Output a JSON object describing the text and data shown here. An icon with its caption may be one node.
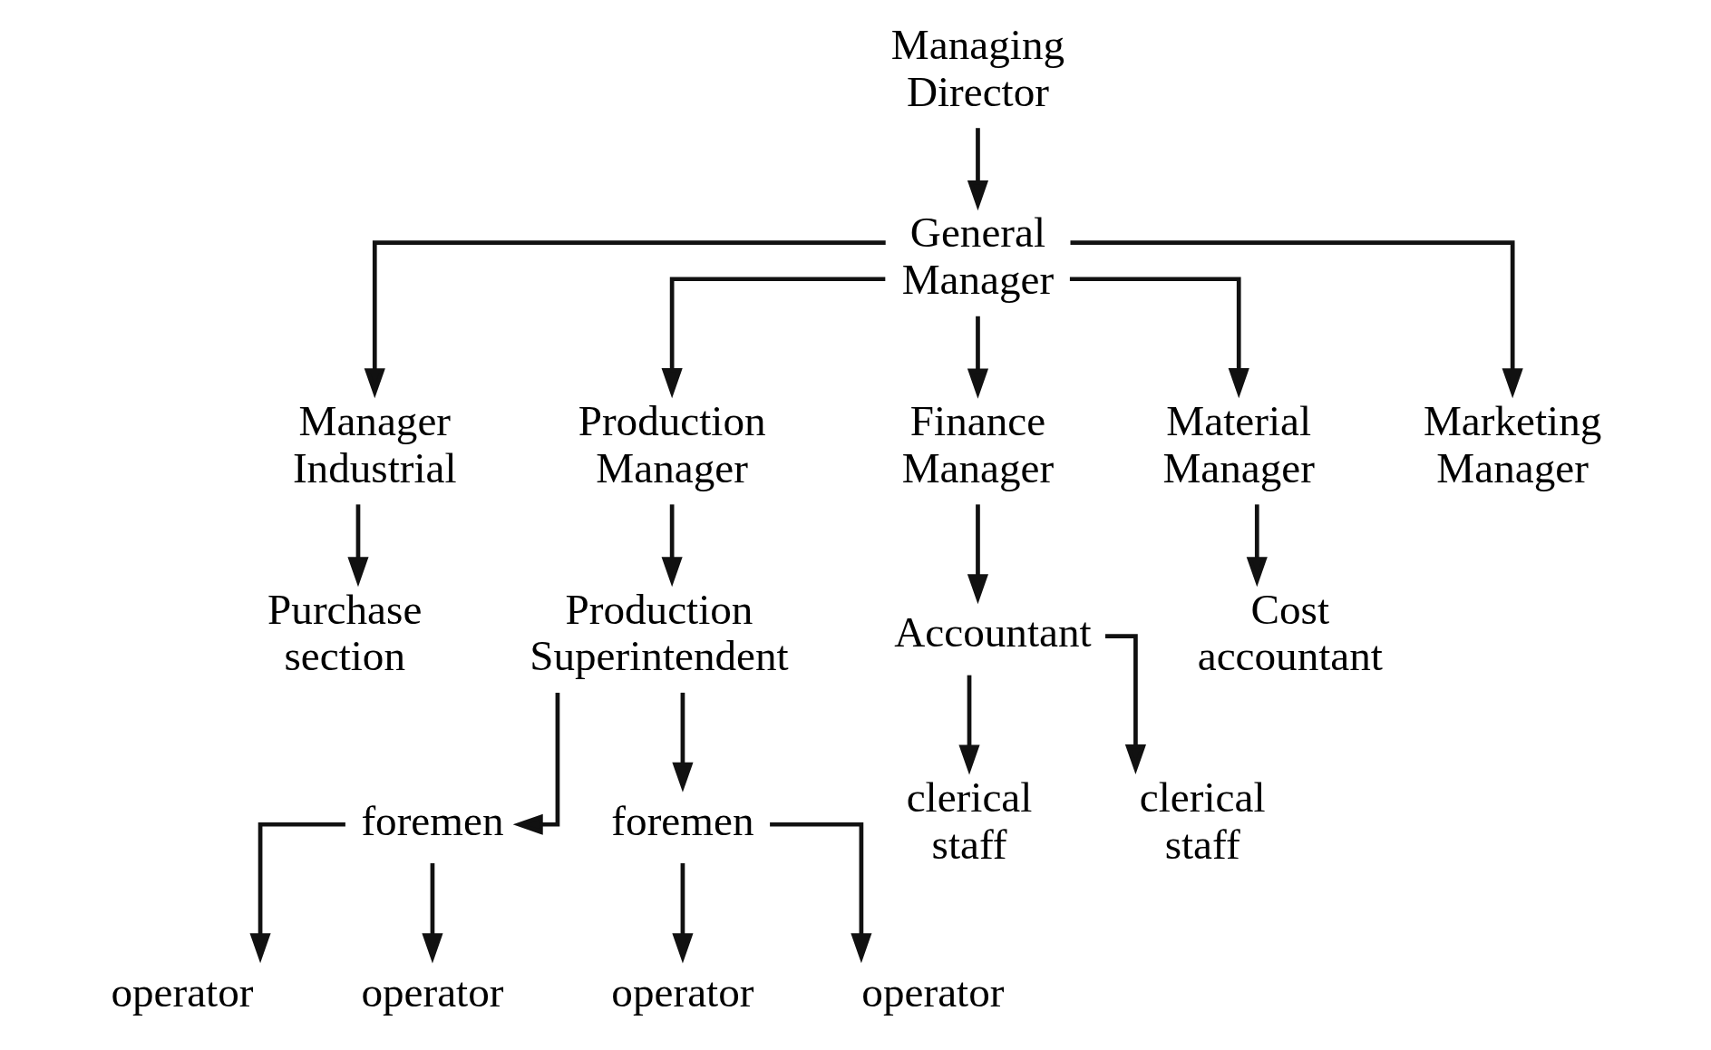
{
  "diagram": {
    "nodes": [
      {
        "text": [
          "Managing Director"
        ]
      },
      {
        "text": [
          "General Manager"
        ]
      },
      {
        "text": [
          "Manager Industrial"
        ]
      },
      {
        "text": [
          "Production Manager"
        ]
      },
      {
        "text": [
          "Finance Manager"
        ]
      },
      {
        "text": [
          "Material Manager"
        ]
      },
      {
        "text": [
          "Marketing Manager"
        ]
      },
      {
        "text": [
          "Purchase section"
        ]
      },
      {
        "text": [
          "Production Superintendent"
        ]
      },
      {
        "text": [
          "Accountant"
        ]
      },
      {
        "text": [
          "Cost accountant"
        ]
      },
      {
        "text": [
          "clerical staff"
        ]
      },
      {
        "text": [
          "clerical staff"
        ]
      },
      {
        "text": [
          "foremen"
        ]
      },
      {
        "text": [
          "foremen"
        ]
      },
      {
        "text": [
          "operator"
        ]
      },
      {
        "text": [
          "operator"
        ]
      },
      {
        "text": [
          "operator"
        ]
      },
      {
        "text": [
          "operator"
        ]
      }
    ],
    "edges": [
      {
        "from": 0,
        "to": 1,
        "arrow": "to"
      },
      {
        "from": 1,
        "to": 2,
        "arrow": "to"
      },
      {
        "from": 1,
        "to": 3,
        "arrow": "to"
      },
      {
        "from": 1,
        "to": 4,
        "arrow": "to"
      },
      {
        "from": 1,
        "to": 5,
        "arrow": "to"
      },
      {
        "from": 1,
        "to": 6,
        "arrow": "to"
      },
      {
        "from": 2,
        "to": 7,
        "arrow": "to"
      },
      {
        "from": 3,
        "to": 8,
        "arrow": "to"
      },
      {
        "from": 4,
        "to": 9,
        "arrow": "to"
      },
      {
        "from": 5,
        "to": 10,
        "arrow": "to"
      },
      {
        "from": 9,
        "to": 11,
        "arrow": "to"
      },
      {
        "from": 9,
        "to": 12,
        "arrow": "to"
      },
      {
        "from": 8,
        "to": 13,
        "arrow": "to"
      },
      {
        "from": 8,
        "to": 14,
        "arrow": "to"
      },
      {
        "from": 13,
        "to": 15,
        "arrow": "to"
      },
      {
        "from": 13,
        "to": 16,
        "arrow": "to"
      },
      {
        "from": 14,
        "to": 17,
        "arrow": "to"
      },
      {
        "from": 14,
        "to": 18,
        "arrow": "to"
      }
    ]
  }
}
